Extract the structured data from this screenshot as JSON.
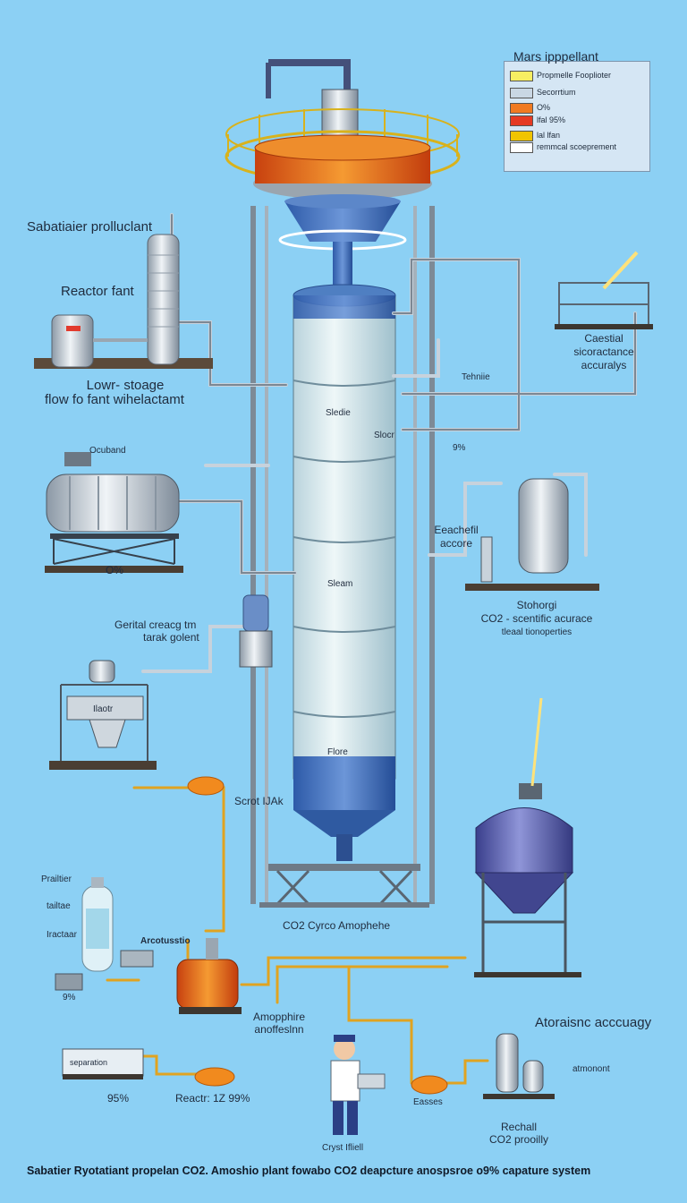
{
  "legend": {
    "title": "Mars ipppellant",
    "items": [
      {
        "label": "Propmelle Fooplioter",
        "color": "#f7ee62"
      },
      {
        "label": "Secorrtium",
        "color": "#c9d7e4"
      },
      {
        "label": "O%",
        "color": "#f07a22"
      },
      {
        "label": "lfal 95%",
        "color": "#e53a23"
      },
      {
        "label": "lal lfan",
        "color": "#f0c400"
      },
      {
        "label": "remmcal scoeprement",
        "color": "#ffffff"
      }
    ]
  },
  "labels": {
    "sabatier_producer": "Sabatiaier prolluclant",
    "reactor_plant": "Reactor fant",
    "lower_storage_1": "Lowr- stoage",
    "lower_storage_2": "flow fo fant wihelactamt",
    "box_tank": "Ocuband",
    "box_tank_pct": "O%",
    "general_storage_1": "Gerital creacg tm",
    "general_storage_2": "tarak golent",
    "hopper": "Ilaotr",
    "scrot": "Scrot IJAk",
    "prairie": "Prailtier",
    "tailgas": "tailtae",
    "lractor": "Iractaar",
    "arcotustio": "Arcotusstio",
    "pct_lower_left": "9%",
    "separator_box": "separation",
    "pct_95_left": "95%",
    "reactor_99": "Reactr: 1Z 99%",
    "atmosphere_1": "Amopphire",
    "atmosphere_2": "anoffeslnn",
    "co2_atmosphere": "CO2 Cyrco Amophehe",
    "crystal": "Cryst Ifliell",
    "easees": "Easses",
    "atomic_accuracy": "Atoraisnc acccuagy",
    "atmonent": "atmonont",
    "recheck_1": "Rechall",
    "recheck_2": "CO2 prooilly",
    "chemical_1": "Caestial",
    "chemical_2": "sicoractance",
    "chemical_3": "accuralys",
    "tehnie": "Tehniie",
    "pct_right": "9%",
    "eachfi_1": "Eeachefil",
    "eachfi_2": "accore",
    "stohorgi": "Stohorgi",
    "co2_sci": "CO2 - scentific acurace",
    "properties": "tleaal tionoperties",
    "column_1": "Sledie",
    "column_1b": "Slocr",
    "column_2": "Sleam",
    "column_3": "Flore"
  },
  "footer": "Sabatier Ryotatiant propelan CO2. Amoshio plant fowabo CO2 deapcture anospsroe o9% capature system"
}
